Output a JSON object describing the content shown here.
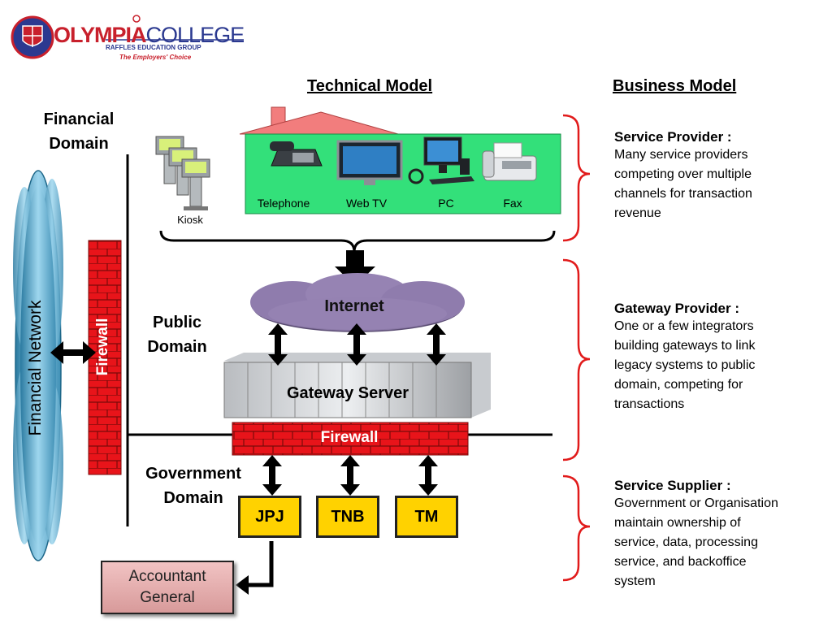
{
  "logo": {
    "brand": "OLYMPIA",
    "college": "COLLEGE",
    "group": "RAFFLES EDUCATION GROUP",
    "tagline": "The Employers' Choice"
  },
  "headers": {
    "technical": "Technical Model",
    "business": "Business Model"
  },
  "domains": {
    "financial_line1": "Financial",
    "financial_line2": "Domain",
    "public_line1": "Public",
    "public_line2": "Domain",
    "government_line1": "Government",
    "government_line2": "Domain"
  },
  "financial_network": "Financial Network",
  "firewall_vertical": "Firewall",
  "firewall_horizontal": "Firewall",
  "internet": "Internet",
  "gateway_server": "Gateway Server",
  "devices": {
    "kiosk": "Kiosk",
    "telephone": "Telephone",
    "webtv": "Web TV",
    "pc": "PC",
    "fax": "Fax"
  },
  "orgs": [
    "JPJ",
    "TNB",
    "TM"
  ],
  "accountant_line1": "Accountant",
  "accountant_line2": "General",
  "business": [
    {
      "title": "Service Provider :",
      "lines": [
        "Many service providers",
        "competing over multiple",
        "channels for transaction",
        "revenue"
      ]
    },
    {
      "title": "Gateway Provider :",
      "lines": [
        "One or a few integrators",
        "building gateways to link",
        "legacy systems to public",
        "domain, competing for",
        "transactions"
      ]
    },
    {
      "title": "Service Supplier :",
      "lines": [
        "Government or Organisation",
        "maintain ownership of",
        "service, data, processing",
        "service, and backoffice",
        "system"
      ]
    }
  ],
  "colors": {
    "firewall": "#e8141a",
    "house": "#33e07a",
    "cloud": "#8a78a6",
    "org": "#ffd200",
    "bracket": "#e11b1b"
  }
}
